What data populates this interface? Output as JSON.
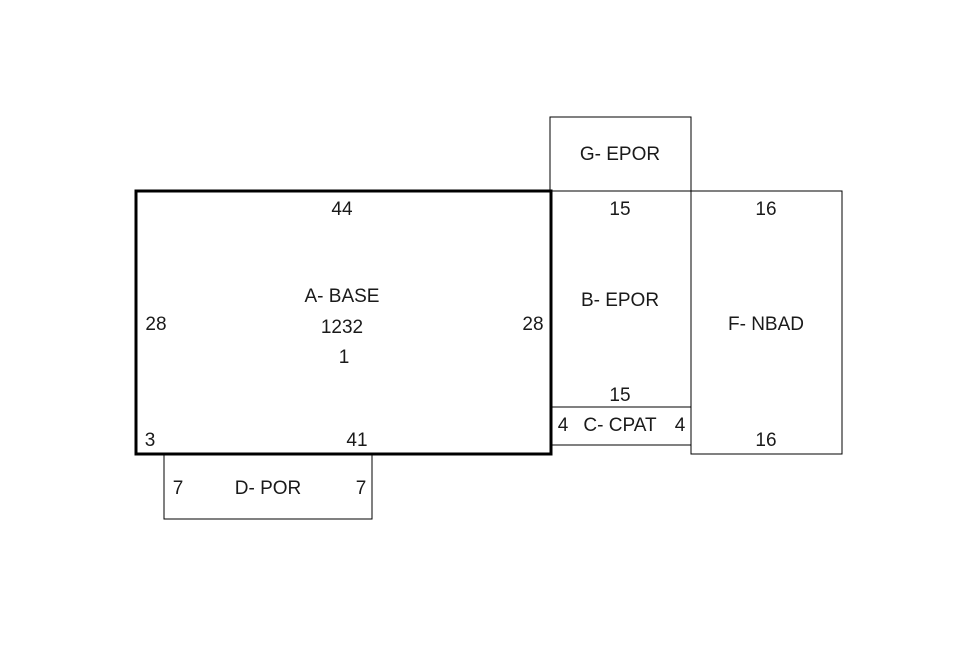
{
  "areas": {
    "base": {
      "label": "A- BASE",
      "sqft": "1232",
      "stories": "1",
      "dim_top": "44",
      "dim_left": "28",
      "dim_right": "28",
      "dim_bottom": "41",
      "dim_corner": "3"
    },
    "epor_b": {
      "label": "B- EPOR",
      "dim_top": "15",
      "dim_bottom": "15"
    },
    "cpat": {
      "label": "C- CPAT",
      "dim_left": "4",
      "dim_right": "4"
    },
    "por": {
      "label": "D- POR",
      "dim_left": "7",
      "dim_right": "7"
    },
    "nbad": {
      "label": "F- NBAD",
      "dim_top": "16",
      "dim_bottom": "16"
    },
    "epor_g": {
      "label": "G- EPOR"
    }
  },
  "colors": {
    "line": "#000000",
    "text": "#1a1a1a",
    "background": "#ffffff"
  }
}
